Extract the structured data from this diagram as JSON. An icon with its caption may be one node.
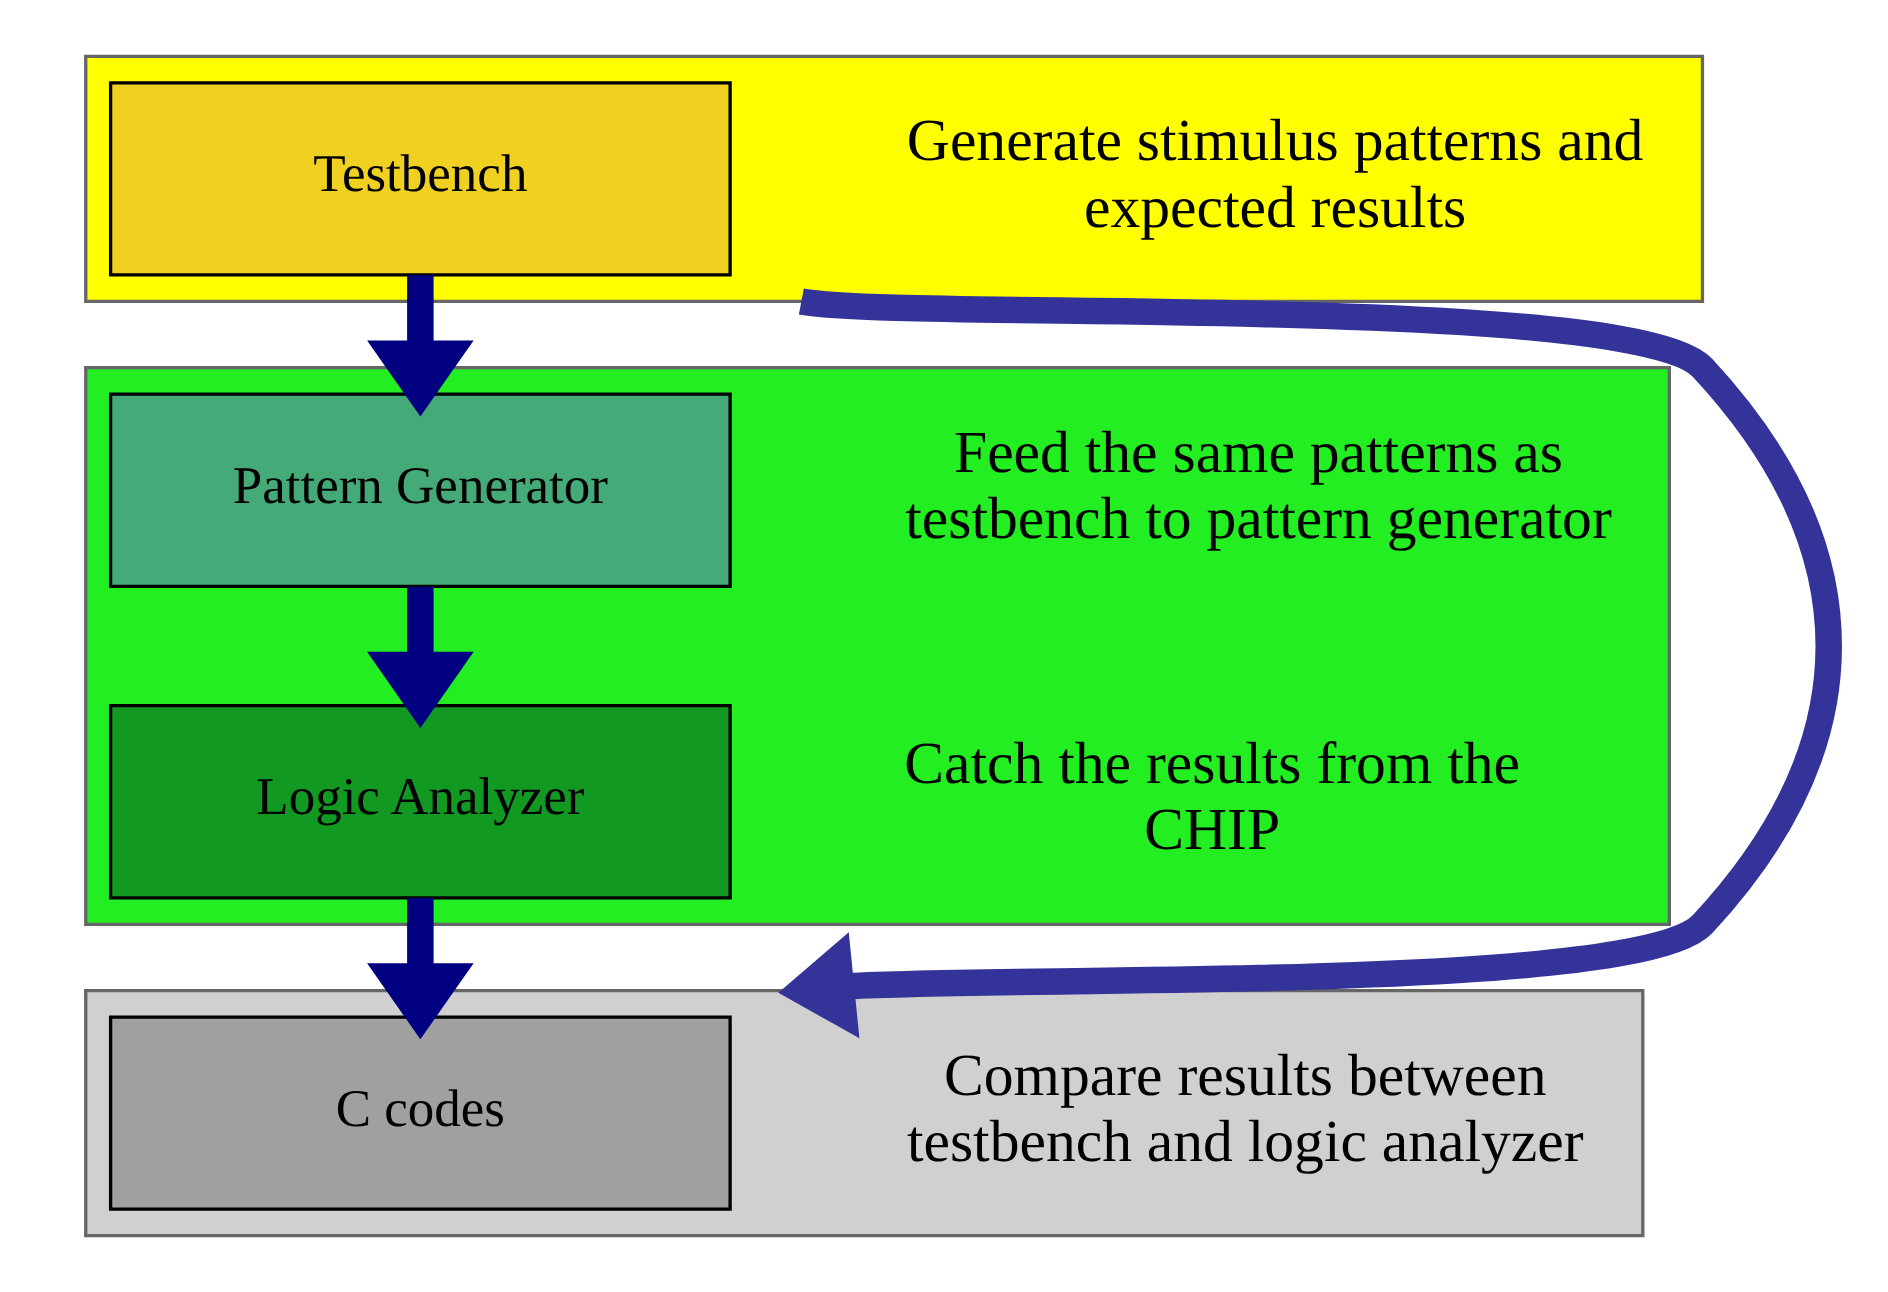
{
  "diagram": {
    "nodes": [
      {
        "text": [],
        "shape": "box"
      },
      {
        "text": [
          "Testbench"
        ],
        "in": 0,
        "beside": [
          "Generate stimulus patterns and expected results"
        ]
      },
      {
        "text": [],
        "shape": "box"
      },
      {
        "text": [
          "Pattern Generator"
        ],
        "in": 2,
        "beside": [
          "Feed the same patterns as testbench to pattern generator"
        ]
      },
      {
        "text": [
          "Logic Analyzer"
        ],
        "in": 2,
        "beside": [
          "Catch the results from the CHIP"
        ]
      },
      {
        "text": [],
        "shape": "box"
      },
      {
        "text": [
          "C codes"
        ],
        "in": 5,
        "beside": [
          "Compare results between testbench and logic analyzer"
        ]
      }
    ],
    "edges": [
      {
        "from": 1,
        "to": 3,
        "arrow": "to"
      },
      {
        "from": 3,
        "to": 4,
        "arrow": "to"
      },
      {
        "from": 4,
        "to": 6,
        "arrow": "to"
      },
      {
        "from": 0,
        "to": 5,
        "arrow": "to",
        "color": "#333399"
      }
    ]
  }
}
